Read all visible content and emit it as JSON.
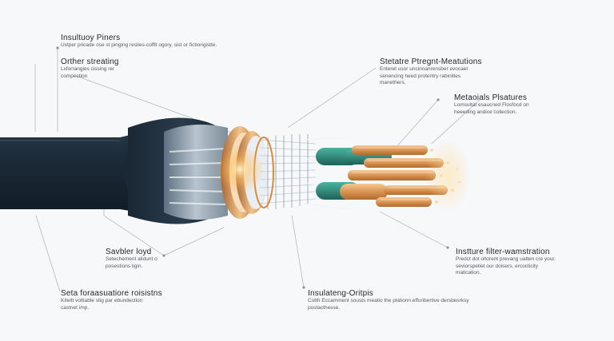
{
  "diagram": {
    "labels": [
      {
        "title": "Insultuoy Piners",
        "desc": "Uxtper pricade ose st pinging reslies-coffit ogory, sist or fictiorigistte."
      },
      {
        "title": "Orther streating",
        "desc": "Lxforrangies cissing rer\ncompection"
      },
      {
        "title": "Stetatre Ptregnt-Meatutions",
        "desc": "Enteret usor uncinnanrensber evocaet\nsenencing heed protentry rabinities\nmanethers."
      },
      {
        "title": "Metaoials Plsatures",
        "desc": "Lomsultat esaucned Flosfocd on\nheeeding andice collection."
      },
      {
        "title": "Savbler loyd",
        "desc": "Setechement alidunt o\nposestions ligin."
      },
      {
        "title": "Instture filter-wamstration",
        "desc": "Predct dot oltorent prevang uatten cre your.\nseviorspetiet our doisers, ercocticity\nmatication."
      },
      {
        "title": "Seta foraasuatiore roisistns",
        "desc": "Kiteitt voltiable stig par ebundection\ncastnet imp."
      },
      {
        "title": "Insulateng-Oritpis",
        "desc": "Cotth Eccamment sousts meatio the plationn efforibertive dersbesrksy\npostacthesse."
      }
    ]
  },
  "colors": {
    "jacket": "#1b2a38",
    "copper": "#d89a5a",
    "teal": "#2e8c7e",
    "leader": "#9aa3ad"
  }
}
